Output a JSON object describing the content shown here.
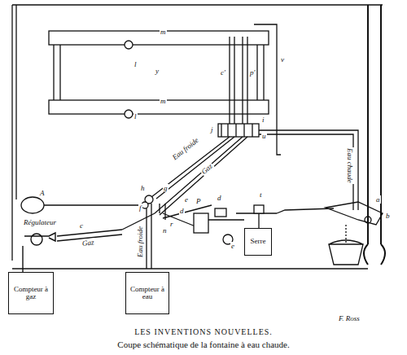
{
  "diagram": {
    "title": "LES INVENTIONS NOUVELLES.",
    "caption": "Coupe schématique de la fontaine à eau chaude.",
    "nodes": [
      {
        "text": [
          "Compteur à gaz"
        ]
      },
      {
        "text": [
          "Régulateur"
        ]
      },
      {
        "text": [
          "Compteur à eau"
        ]
      },
      {
        "text": [
          "Serre"
        ]
      }
    ],
    "edges": [
      {
        "from": 0,
        "to": 1,
        "arrow": "none"
      }
    ],
    "labels": [
      "m",
      "m",
      "l",
      "l",
      "y",
      "c'",
      "p'",
      "v",
      "j",
      "i",
      "u",
      "Eau froide",
      "Gaz",
      "Eau chaude",
      "h",
      "g",
      "f",
      "A",
      "a",
      "b",
      "c",
      "e",
      "r",
      "n",
      "d",
      "P",
      "d",
      "t",
      "e",
      "Gaz",
      "Eau froide",
      "F. Ross"
    ]
  }
}
